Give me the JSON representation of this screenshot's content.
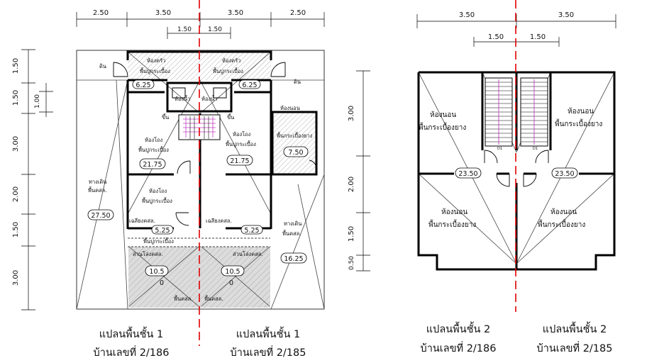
{
  "left_plan": {
    "top_dims": [
      "2.50",
      "3.50",
      "3.50",
      "2.50"
    ],
    "inner_dims": [
      "1.50",
      "1.50"
    ],
    "side_dims": [
      "1.50",
      "1.50",
      "1.00",
      "3.00",
      "2.00",
      "1.50",
      "3.00"
    ],
    "rooms": {
      "ground_left": "ดิน",
      "ground_right": "ดิน",
      "kitchen_l_1": "ห้องครัว",
      "kitchen_l_2": "พื้นปูกระเบื้อง",
      "kitchen_r_1": "ห้องครัว",
      "kitchen_r_2": "พื้นปูกระเบื้อง",
      "kitchen_l_area": "6.25",
      "kitchen_r_area": "6.25",
      "bath_l": "ห้องน้ำ",
      "bath_r": "ห้องน้ำ",
      "stair_l": "ขึ้น",
      "stair_r": "ขึ้น",
      "living_l_1": "ห้องโถง",
      "living_l_2": "พื้นปูกระเบื้อง",
      "living_r_1": "ห้องโถง",
      "living_r_2": "พื้นปูกระเบื้อง",
      "living_l_area": "21.75",
      "living_r_area": "21.75",
      "bed_r_1": "ห้องนอน",
      "bed_r_2": "พื้นกระเบื้องยาง",
      "bed_r_area": "7.50",
      "hall_l_1": "ห้องโถง",
      "hall_l_2": "พื้นปูกระเบื้อง",
      "walk_l_1": "ทางเดิน",
      "walk_l_2": "พื้นคสล.",
      "walk_l_area": "27.50",
      "walk_r_1": "ทางเดิน",
      "walk_r_2": "พื้นคสล.",
      "walk_r_area": "16.25",
      "porch_l": "เฉลียงคสล.",
      "porch_l_area": "5.25",
      "porch_l_floor": "พื้นปูกระเบื้อง",
      "porch_r": "เฉลียงคสล.",
      "porch_r_area": "5.25",
      "park_l": "ส่วนโล่งคสล.",
      "park_r": "ส่วนโล่งคสล.",
      "park_l_area": "10.5",
      "park_l_area2": "0",
      "park_r_area": "10.5",
      "park_r_area2": "0",
      "floor_l": "พื้นคสล.",
      "floor_r": "พื้นคสล."
    },
    "caption_left": [
      "แปลนพื้นชั้น 1",
      "บ้านเลขที่ 2/186"
    ],
    "caption_right": [
      "แปลนพื้นชั้น 1",
      "บ้านเลขที่ 2/185"
    ]
  },
  "right_plan": {
    "top_dims": [
      "3.50",
      "3.50"
    ],
    "inner_dims": [
      "1.50",
      "1.50"
    ],
    "side_dims": [
      "3.00",
      "2.00",
      "1.50",
      "0.50"
    ],
    "rooms": {
      "bed_tl_1": "ห้องนอน",
      "bed_tl_2": "พื้นกระเบื้องยาง",
      "bed_tr_1": "ห้องนอน",
      "bed_tr_2": "พื้นกระเบื้องยาง",
      "bed_bl_1": "ห้องนอน",
      "bed_bl_2": "พื้นกระเบื้องยาง",
      "bed_br_1": "ห้องนอน",
      "bed_br_2": "พื้นกระเบื้องยาง",
      "area_l": "23.50",
      "area_r": "23.50",
      "door_l": "D1",
      "door_r": "D1"
    },
    "caption_left": [
      "แปลนพื้นชั้น 2",
      "บ้านเลขที่ 2/186"
    ],
    "caption_right": [
      "แปลนพื้นชั้น 2",
      "บ้านเลขที่ 2/185"
    ]
  }
}
